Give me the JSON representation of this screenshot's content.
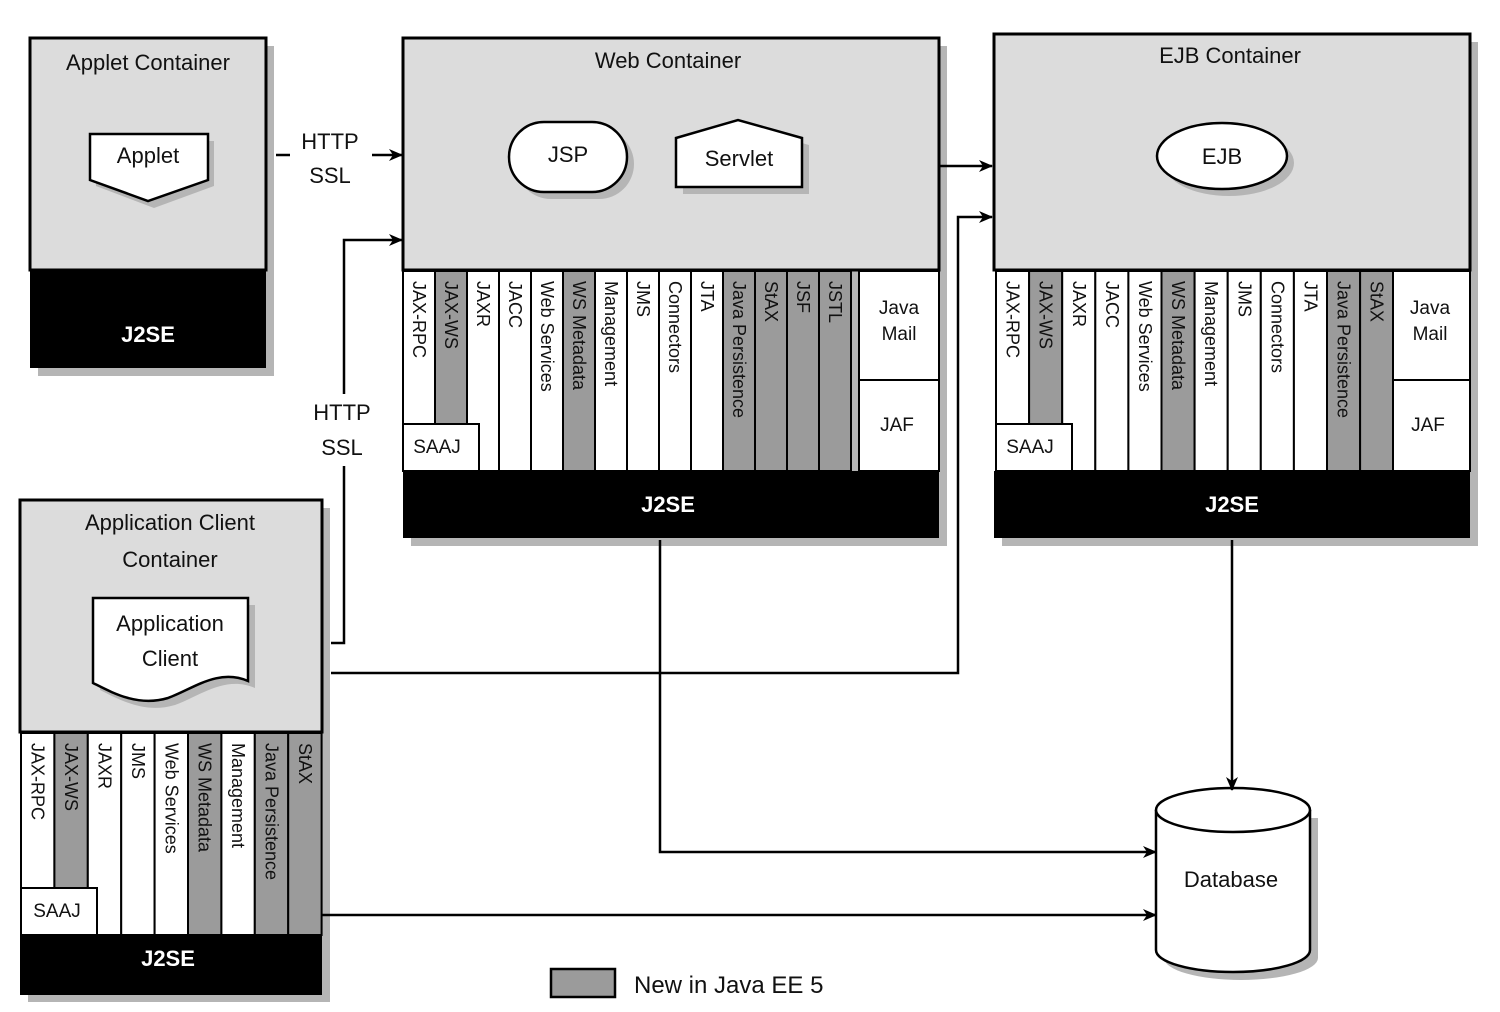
{
  "applet_container": {
    "title": "Applet Container",
    "component": "Applet",
    "platform": "J2SE"
  },
  "web_container": {
    "title": "Web Container",
    "components": {
      "jsp": "JSP",
      "servlet": "Servlet"
    },
    "apis": [
      {
        "label": "JAX-RPC",
        "new": false
      },
      {
        "label": "JAX-WS",
        "new": true
      },
      {
        "label": "JAXR",
        "new": false
      },
      {
        "label": "JACC",
        "new": false
      },
      {
        "label": "Web Services",
        "new": false
      },
      {
        "label": "WS Metadata",
        "new": true
      },
      {
        "label": "Management",
        "new": false
      },
      {
        "label": "JMS",
        "new": false
      },
      {
        "label": "Connectors",
        "new": false
      },
      {
        "label": "JTA",
        "new": false
      },
      {
        "label": "Java Persistence",
        "new": true
      },
      {
        "label": "StAX",
        "new": true
      },
      {
        "label": "JSF",
        "new": true
      },
      {
        "label": "JSTL",
        "new": true
      }
    ],
    "saaj": "SAAJ",
    "java_mail": [
      "Java",
      "Mail"
    ],
    "jaf": "JAF",
    "platform": "J2SE"
  },
  "ejb_container": {
    "title": "EJB Container",
    "component": "EJB",
    "apis": [
      {
        "label": "JAX-RPC",
        "new": false
      },
      {
        "label": "JAX-WS",
        "new": true
      },
      {
        "label": "JAXR",
        "new": false
      },
      {
        "label": "JACC",
        "new": false
      },
      {
        "label": "Web Services",
        "new": false
      },
      {
        "label": "WS Metadata",
        "new": true
      },
      {
        "label": "Management",
        "new": false
      },
      {
        "label": "JMS",
        "new": false
      },
      {
        "label": "Connectors",
        "new": false
      },
      {
        "label": "JTA",
        "new": false
      },
      {
        "label": "Java Persistence",
        "new": true
      },
      {
        "label": "StAX",
        "new": true
      }
    ],
    "saaj": "SAAJ",
    "java_mail": [
      "Java",
      "Mail"
    ],
    "jaf": "JAF",
    "platform": "J2SE"
  },
  "app_client_container": {
    "title": [
      "Application Client",
      "Container"
    ],
    "component": [
      "Application",
      "Client"
    ],
    "apis": [
      {
        "label": "JAX-RPC",
        "new": false
      },
      {
        "label": "JAX-WS",
        "new": true
      },
      {
        "label": "JAXR",
        "new": false
      },
      {
        "label": "JMS",
        "new": false
      },
      {
        "label": "Web Services",
        "new": false
      },
      {
        "label": "WS Metadata",
        "new": true
      },
      {
        "label": "Management",
        "new": false
      },
      {
        "label": "Java Persistence",
        "new": true
      },
      {
        "label": "StAX",
        "new": true
      }
    ],
    "saaj": "SAAJ",
    "platform": "J2SE"
  },
  "connections": {
    "applet_to_web": [
      "HTTP",
      "SSL"
    ],
    "client_to_web": [
      "HTTP",
      "SSL"
    ]
  },
  "database": "Database",
  "legend": "New in Java EE 5",
  "colors": {
    "container": "#dcdcdc",
    "new_api": "#9b9b9b",
    "platform": "#000000",
    "shadow": "#b5b5b5"
  }
}
